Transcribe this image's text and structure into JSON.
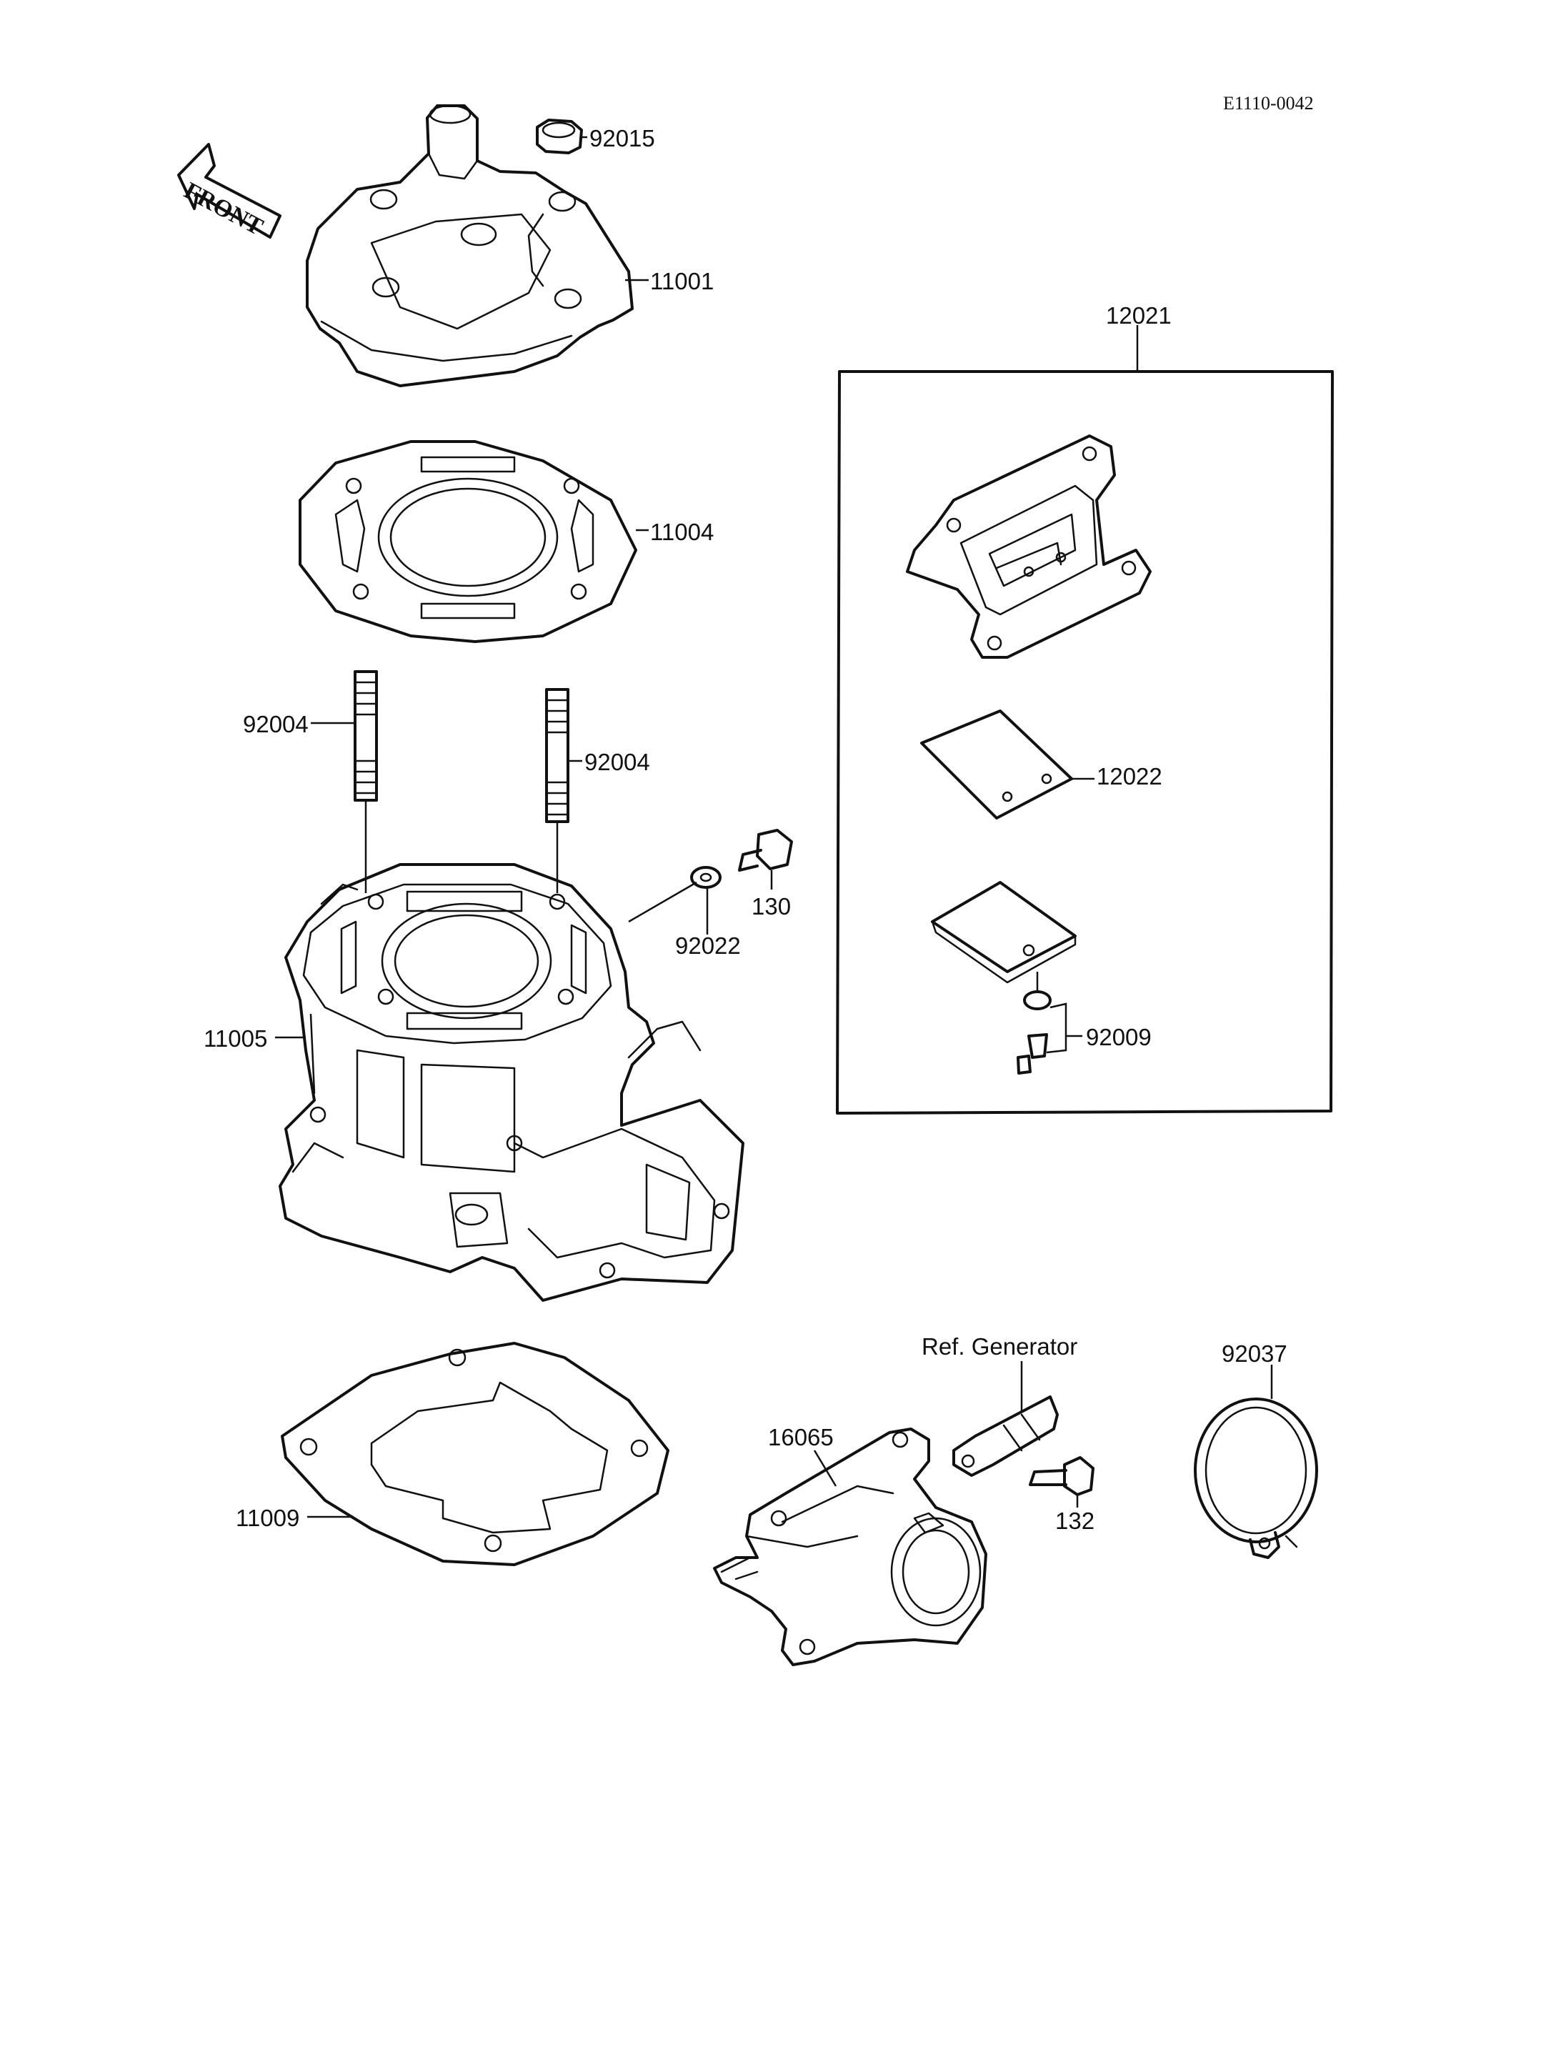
{
  "diagram_code": "E1110-0042",
  "front_label": "FRONT",
  "parts": {
    "head_nut": "92015",
    "cylinder_head": "11001",
    "head_gasket": "11004",
    "stud_left": "92004",
    "stud_right": "92004",
    "bolt_130": "130",
    "washer": "92022",
    "cylinder": "11005",
    "reed_assembly": "12021",
    "reed": "12022",
    "reed_screw": "92009",
    "base_gasket": "11009",
    "intake_manifold": "16065",
    "bolt_132": "132",
    "clamp": "92037",
    "ref_generator": "Ref. Generator"
  }
}
